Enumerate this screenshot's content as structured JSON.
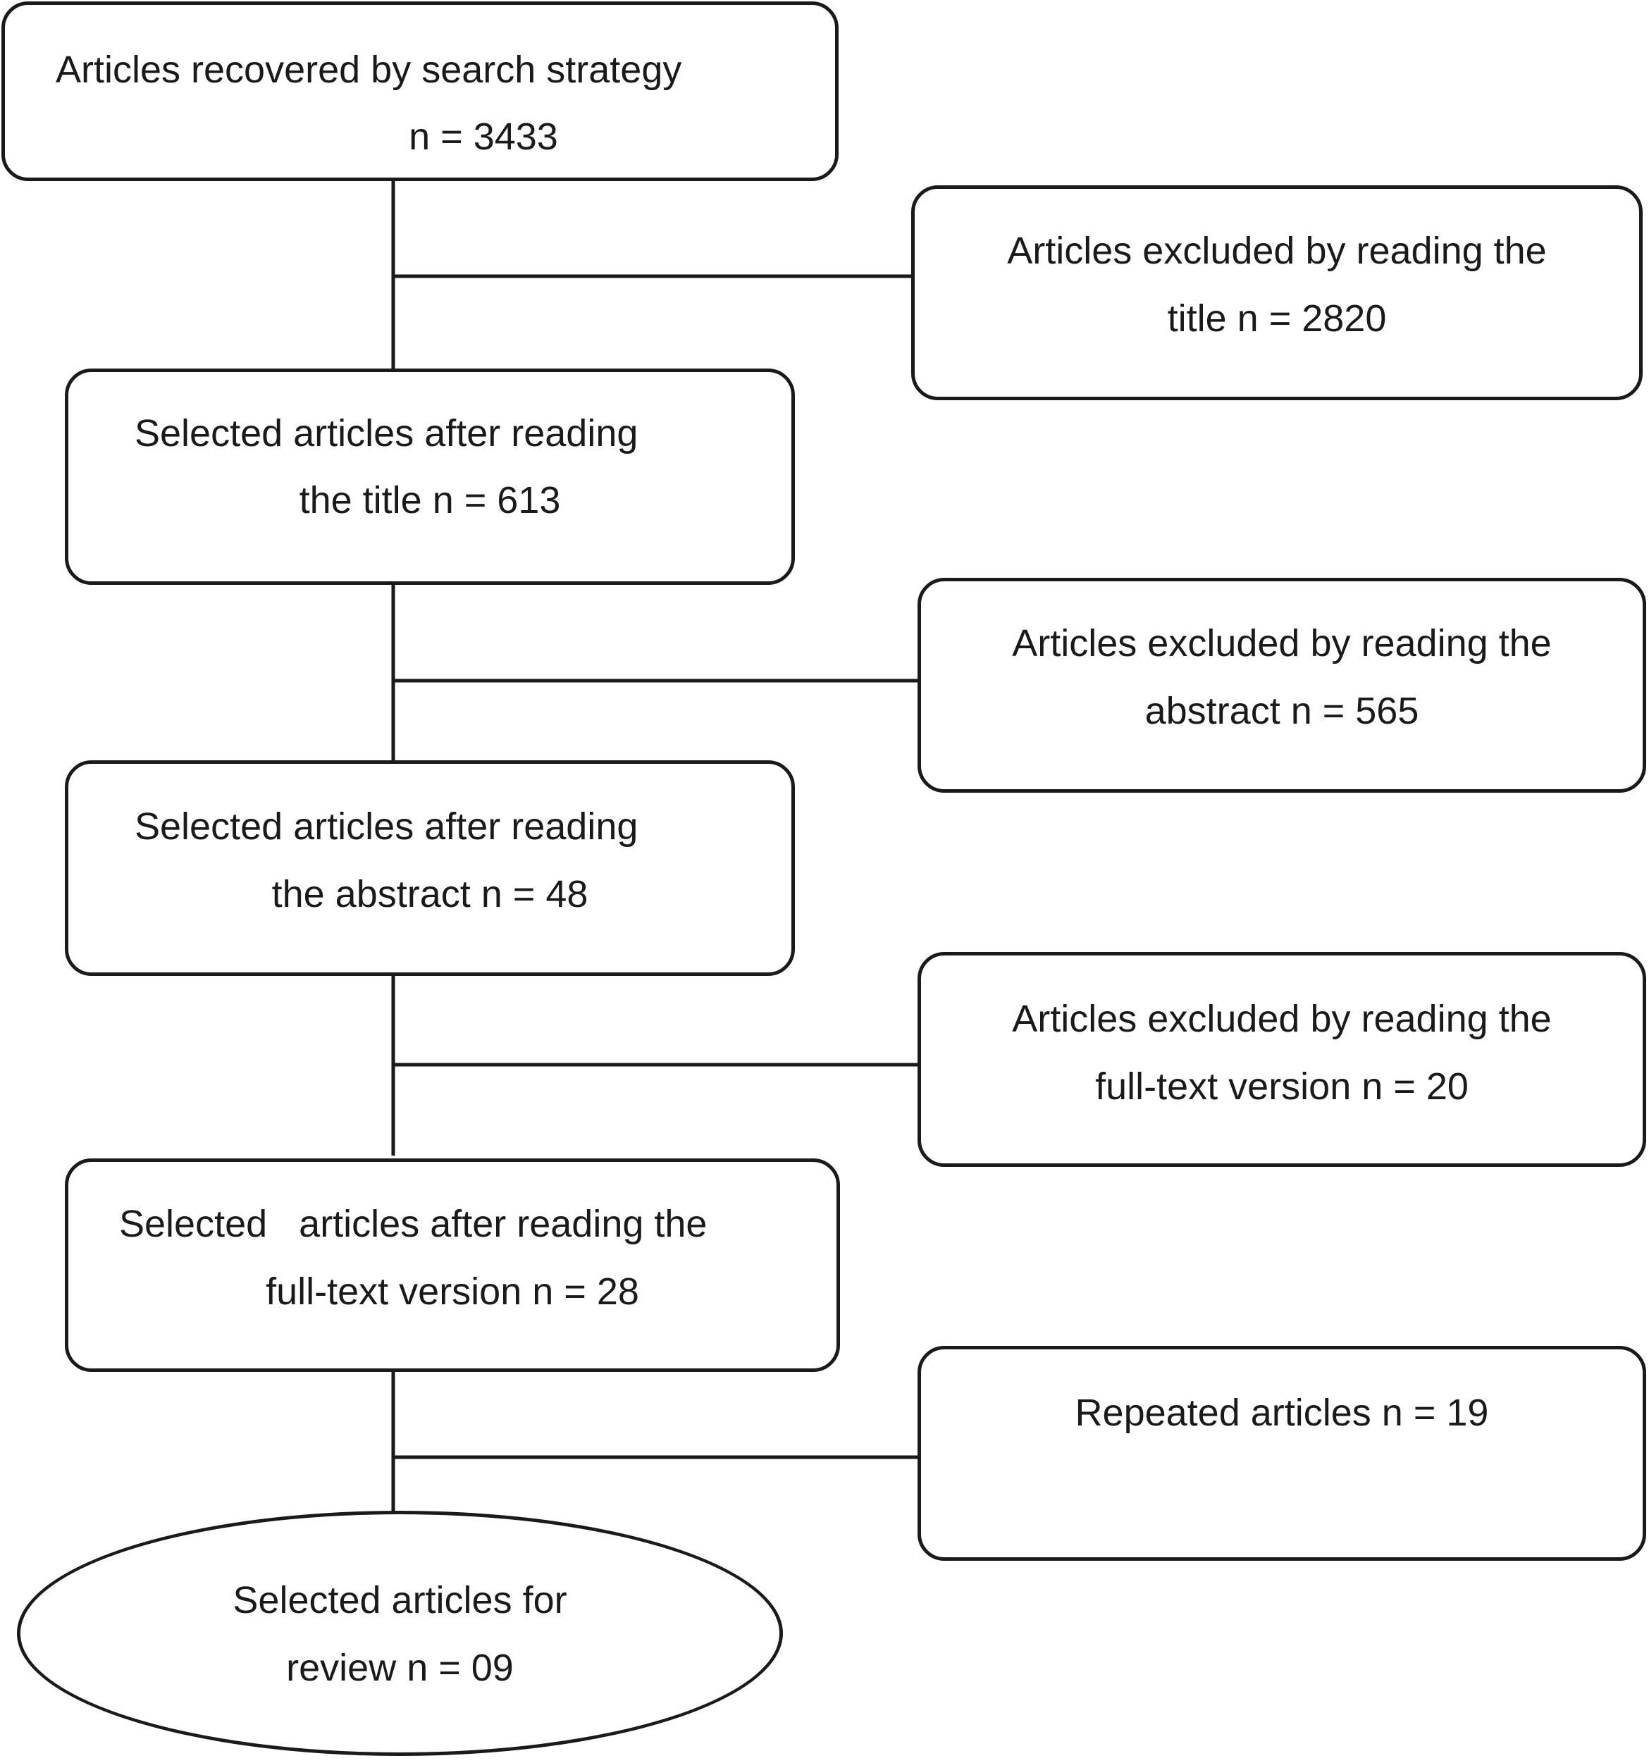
{
  "flowchart": {
    "main_boxes": {
      "search": {
        "line1": "Articles recovered by search strategy",
        "line2": "n = 3433"
      },
      "after_title": {
        "line1": "Selected articles after reading",
        "line2": "the title n = 613"
      },
      "after_abstract": {
        "line1": "Selected articles after reading",
        "line2": "the abstract n = 48"
      },
      "after_fulltext": {
        "line1": "Selected   articles after reading the",
        "line2": "full-text version n = 28"
      },
      "final": {
        "line1": "Selected articles for",
        "line2": "review n = 09"
      }
    },
    "exclusion_boxes": {
      "title": {
        "line1": "Articles excluded by reading the",
        "line2": "title n = 2820"
      },
      "abstract": {
        "line1": "Articles excluded by reading the",
        "line2": "abstract n = 565"
      },
      "fulltext": {
        "line1": "Articles excluded by reading the",
        "line2": "full-text version n = 20"
      },
      "repeated": {
        "line1": "Repeated articles n = 19"
      }
    },
    "colors": {
      "stroke": "#1a1a1a",
      "background": "#ffffff"
    }
  }
}
